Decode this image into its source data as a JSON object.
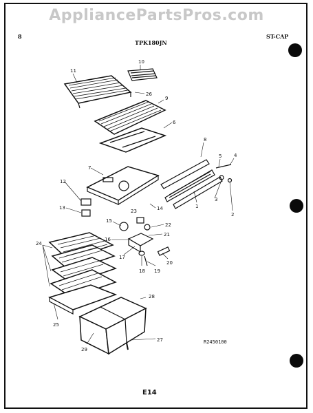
{
  "watermark": "AppliancePartsPros.com",
  "header": {
    "left_mark": "8",
    "model": "TPK180JN",
    "right_label": "ST-CAP"
  },
  "reference_code": "R2450100",
  "page_number": "E14",
  "callouts": [
    "10",
    "11",
    "26",
    "9",
    "6",
    "8",
    "7",
    "5",
    "4",
    "12",
    "3",
    "13",
    "14",
    "1",
    "23",
    "2",
    "15",
    "22",
    "16",
    "21",
    "24",
    "17",
    "20",
    "18",
    "19",
    "28",
    "25",
    "27",
    "29"
  ]
}
